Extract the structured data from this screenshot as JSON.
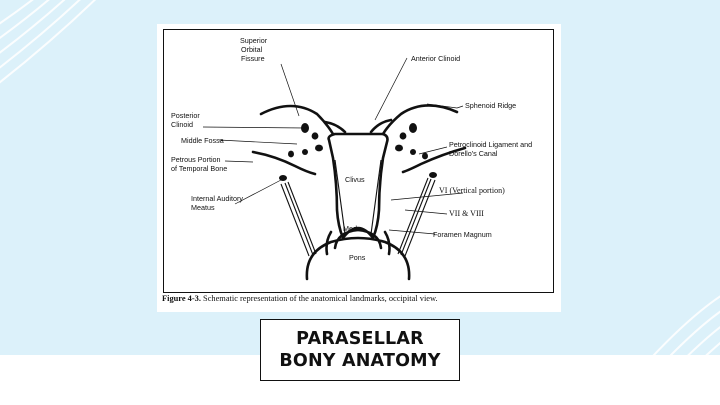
{
  "slide": {
    "background_color": "#dcf1fa",
    "title_lines": [
      "PARASELLAR",
      "BONY ANATOMY"
    ]
  },
  "figure": {
    "caption_label": "Figure 4-3.",
    "caption_text": " Schematic representation of the anatomical landmarks, occipital view.",
    "labels": {
      "superior_orbital_fissure": [
        "Superior",
        "Orbital",
        "Fissure"
      ],
      "anterior_clinoid": "Anterior Clinoid",
      "sphenoid_ridge": "Sphenoid Ridge",
      "posterior_clinoid": [
        "Posterior",
        "Clinoid"
      ],
      "middle_fossa": "Middle Fossa",
      "petrous_portion": [
        "Petrous Portion",
        "of Temporal Bone"
      ],
      "petroclinoid": [
        "Petroclinoid Ligament and",
        "Dorello's Canal"
      ],
      "clivus": "Clivus",
      "vi_vertical": "VI (Vertical portion)",
      "vii_viii": "VII & VIII",
      "internal_auditory_meatus": [
        "Internal Auditory",
        "Meatus"
      ],
      "med": "Med.",
      "foramen_magnum": "Foramen Magnum",
      "pons": "Pons"
    }
  }
}
